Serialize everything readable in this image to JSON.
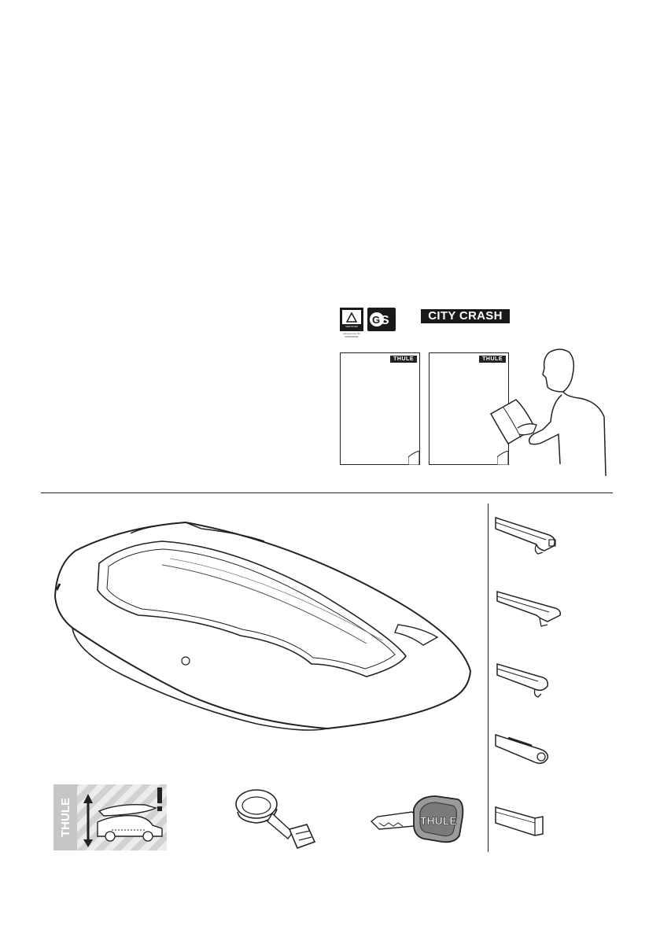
{
  "certifications": {
    "tuv_fine_print": "www.tuv.com ID 0000000000",
    "tuv_certified": "CERTIFIED",
    "city_crash_label": "CITY CRASH"
  },
  "manuals": {
    "brand_logo": "THULE"
  },
  "accessories": {
    "warning_label_brand": "THULE",
    "key_brand": "THULE"
  },
  "icons": [
    "tuv-certified-icon",
    "gs-mark-icon",
    "instruction-manual-icon",
    "person-reading-icon",
    "roof-box-icon",
    "roof-bar-profile-icon",
    "height-warning-label-icon",
    "strap-icon",
    "key-icon"
  ],
  "colors": {
    "ink": "#222222",
    "badge_bg": "#1a1a1a",
    "warning_stripe": "#d2d2d2"
  }
}
